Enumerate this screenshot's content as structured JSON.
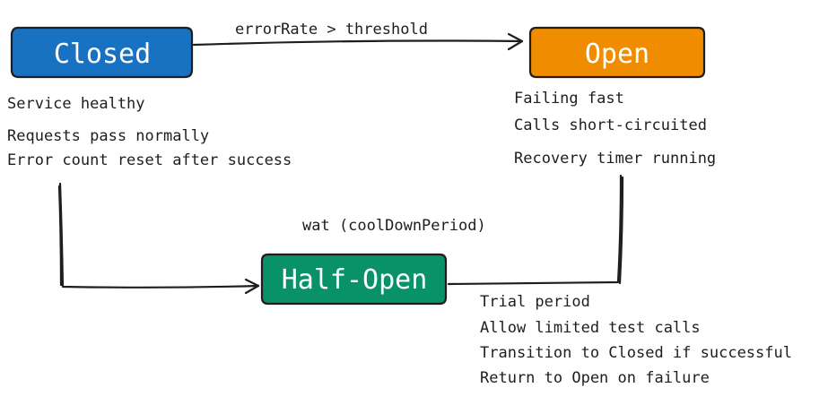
{
  "colors": {
    "closed": "#1971c2",
    "open": "#f08c00",
    "half_open": "#099268",
    "stroke": "#1e1e1e"
  },
  "states": {
    "closed": {
      "label": "Closed",
      "notes": [
        "Service healthy",
        "Requests pass normally",
        "Error count reset after success"
      ]
    },
    "open": {
      "label": "Open",
      "notes": [
        "Failing fast",
        "Calls short-circuited",
        "Recovery timer running"
      ]
    },
    "half_open": {
      "label": "Half-Open",
      "notes": [
        "Trial period",
        "Allow limited test calls",
        "Transition to Closed if successful",
        "Return to Open on failure"
      ]
    }
  },
  "transitions": {
    "closed_to_open": "errorRate > threshold",
    "open_to_half_open": "wat (coolDownPeriod)"
  }
}
